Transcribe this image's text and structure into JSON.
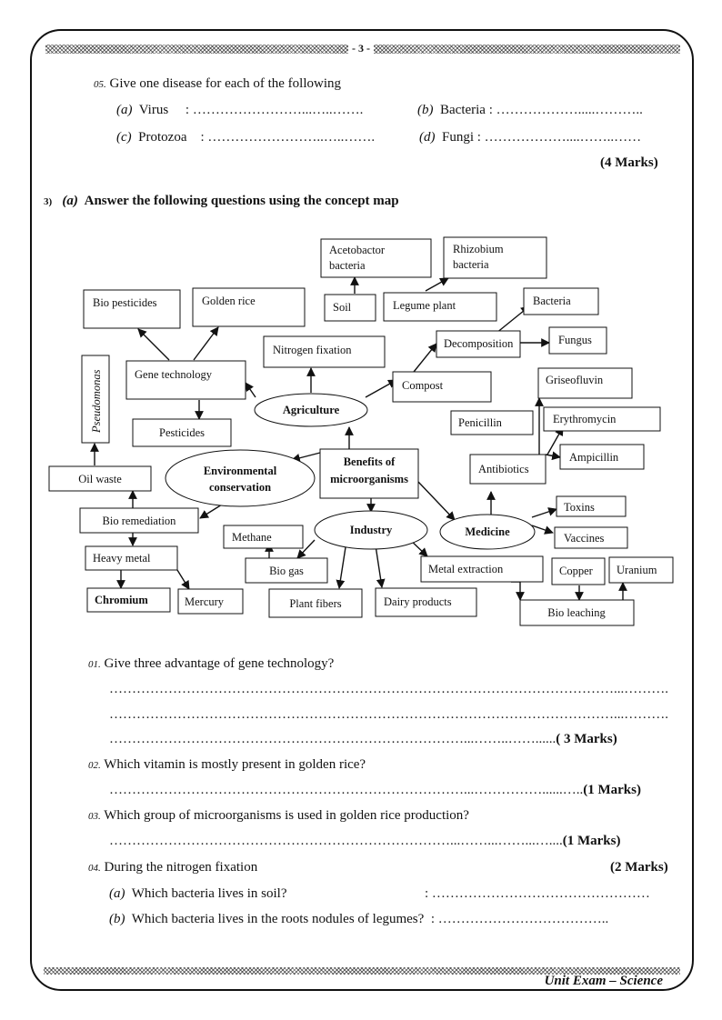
{
  "header": {
    "page_number": "- 3 -"
  },
  "q05": {
    "number": "05.",
    "prompt": "Give one disease for each of the following",
    "a_label": "(a)",
    "a_text": "Virus",
    "b_label": "(b)",
    "b_text": "Bacteria",
    "c_label": "(c)",
    "c_text": "Protozoa",
    "d_label": "(d)",
    "d_text": "Fungi",
    "marks": "(4 Marks)"
  },
  "q3": {
    "number": "3)",
    "part": "(a)",
    "instruction": "Answer the following questions using the concept map"
  },
  "concept_map": {
    "center": [
      "Benefits of",
      "microorganisms"
    ],
    "agriculture": "Agriculture",
    "environment": [
      "Environmental",
      "conservation"
    ],
    "industry": "Industry",
    "medicine": "Medicine",
    "gene_technology": "Gene technology",
    "bio_pesticides": "Bio pesticides",
    "golden_rice": "Golden rice",
    "pesticides": "Pesticides",
    "pseudomonas": "Pseudomonas",
    "nitrogen_fixation": "Nitrogen fixation",
    "soil": "Soil",
    "legume_plant": "Legume plant",
    "acetobactor": [
      "Acetobactor",
      "bacteria"
    ],
    "rhizobium": [
      "Rhizobium",
      "bacteria"
    ],
    "compost": "Compost",
    "decomposition": "Decomposition",
    "bacteria": "Bacteria",
    "fungus": "Fungus",
    "oil_waste": "Oil waste",
    "bio_remediation": "Bio remediation",
    "heavy_metal": "Heavy metal",
    "chromium": "Chromium",
    "mercury": "Mercury",
    "methane": "Methane",
    "bio_gas": "Bio gas",
    "plant_fibers": "Plant fibers",
    "dairy_products": "Dairy products",
    "metal_extraction": "Metal extraction",
    "bio_leaching": "Bio leaching",
    "copper": "Copper",
    "uranium": "Uranium",
    "antibiotics": "Antibiotics",
    "penicillin": "Penicillin",
    "griseofluvin": "Griseofluvin",
    "erythromycin": "Erythromycin",
    "ampicillin": "Ampicillin",
    "toxins": "Toxins",
    "vaccines": "Vaccines"
  },
  "questions": [
    {
      "number": "01.",
      "text": "Give three advantage of gene technology?",
      "marks": "( 3 Marks)"
    },
    {
      "number": "02.",
      "text": "Which vitamin is mostly present in golden rice?",
      "marks": "(1 Marks)"
    },
    {
      "number": "03.",
      "text": "Which group of microorganisms is used in golden rice production?",
      "marks": "(1 Marks)"
    },
    {
      "number": "04.",
      "text": "During the nitrogen fixation",
      "marks": "(2 Marks)",
      "a_label": "(a)",
      "a_text": "Which bacteria lives in soil?",
      "b_label": "(b)",
      "b_text": "Which bacteria lives in the roots nodules of legumes?"
    }
  ],
  "footer": {
    "text": "Unit Exam – Science"
  }
}
